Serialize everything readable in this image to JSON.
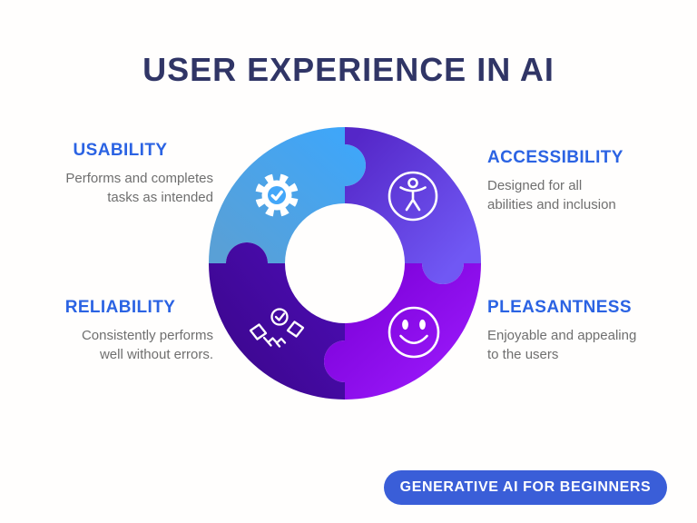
{
  "title": "USER EXPERIENCE IN AI",
  "colors": {
    "title_navy": "#303566",
    "heading_blue": "#2B63E3",
    "desc_gray": "#6F6F6F",
    "badge_blue": "#3A5ED8",
    "badge_text": "#FFFFFF",
    "icon_stroke": "#FFFFFF",
    "gear_center_disc": "#43A7F9"
  },
  "sections": [
    {
      "id": "usability",
      "label": "USABILITY",
      "desc": "Performs and completes\ntasks as intended",
      "icon": "gear-check-icon",
      "quadrant": "top-left",
      "color_from": "#3EA6FA",
      "color_to": "#59A0D6"
    },
    {
      "id": "accessibility",
      "label": "ACCESSIBILITY",
      "desc": "Designed for all\nabilities and inclusion",
      "icon": "accessibility-person-icon",
      "quadrant": "top-right",
      "color_from": "#5527C8",
      "color_to": "#7058F4"
    },
    {
      "id": "reliability",
      "label": "RELIABILITY",
      "desc": "Consistently performs\nwell without errors.",
      "icon": "handshake-check-icon",
      "quadrant": "bottom-left",
      "color_from": "#4A0CB0",
      "color_to": "#3A0689"
    },
    {
      "id": "pleasantness",
      "label": "PLEASANTNESS",
      "desc": "Enjoyable and appealing\nto the users",
      "icon": "smiley-face-icon",
      "quadrant": "bottom-right",
      "color_from": "#7A00D6",
      "color_to": "#9C1AFD"
    }
  ],
  "badge": {
    "label": "GENERATIVE AI FOR BEGINNERS"
  }
}
